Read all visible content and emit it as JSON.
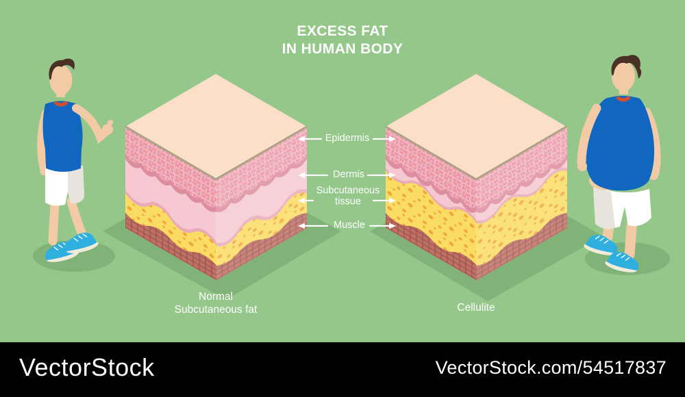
{
  "title": {
    "line1": "EXCESS FAT",
    "line2": "IN HUMAN BODY"
  },
  "layer_labels": {
    "epidermis": "Epidermis",
    "dermis": "Dermis",
    "subcutaneous": "Subcutaneous tissue",
    "muscle": "Muscle"
  },
  "captions": {
    "normal_line1": "Normal",
    "normal_line2": "Subcutaneous fat",
    "cellulite": "Cellulite"
  },
  "watermark": {
    "brand": "VectorStock",
    "code": "VectorStock.com/54517837"
  },
  "figures": {
    "left": "slim man in blue tank top, white shorts, cyan sneakers",
    "right": "overweight man in blue tank top, white shorts, cyan sneakers"
  },
  "diagram_blocks": [
    {
      "name": "normal-subcutaneous-fat",
      "layers": [
        "Epidermis",
        "Dermis",
        "Subcutaneous tissue",
        "Muscle"
      ]
    },
    {
      "name": "cellulite",
      "layers": [
        "Epidermis",
        "Dermis",
        "Subcutaneous tissue",
        "Muscle"
      ]
    }
  ],
  "colors": {
    "background": "#95C78B",
    "shadow_green": "#7FB377",
    "title_text": "#FFFFFF",
    "label_text": "#FFFFFF",
    "skin_block_top": "#FBDFC9",
    "cut_edge": "#ACA285",
    "epidermis": "#EC96A3",
    "epidermis_cell": "#F3B6C0",
    "dermis": "#F6C9D2",
    "dermis_shadow": "#DD8E9E",
    "subcutaneous_fat": "#FADC63",
    "fat_dot": "#EFA63F",
    "muscle_tile": "#C07064",
    "muscle_gap": "#A35B54",
    "body_skin": "#F2CBA6",
    "hair": "#4A3126",
    "shirt_blue": "#1166BF",
    "collar_red": "#D2502F",
    "shorts_white": "#FFFFFF",
    "shorts_shade": "#E7E4DD",
    "shoe_cyan": "#2FAEE0",
    "shoe_sole": "#F0EBDA",
    "watermark_bar": "#000000",
    "watermark_text": "#FFFFFF"
  }
}
